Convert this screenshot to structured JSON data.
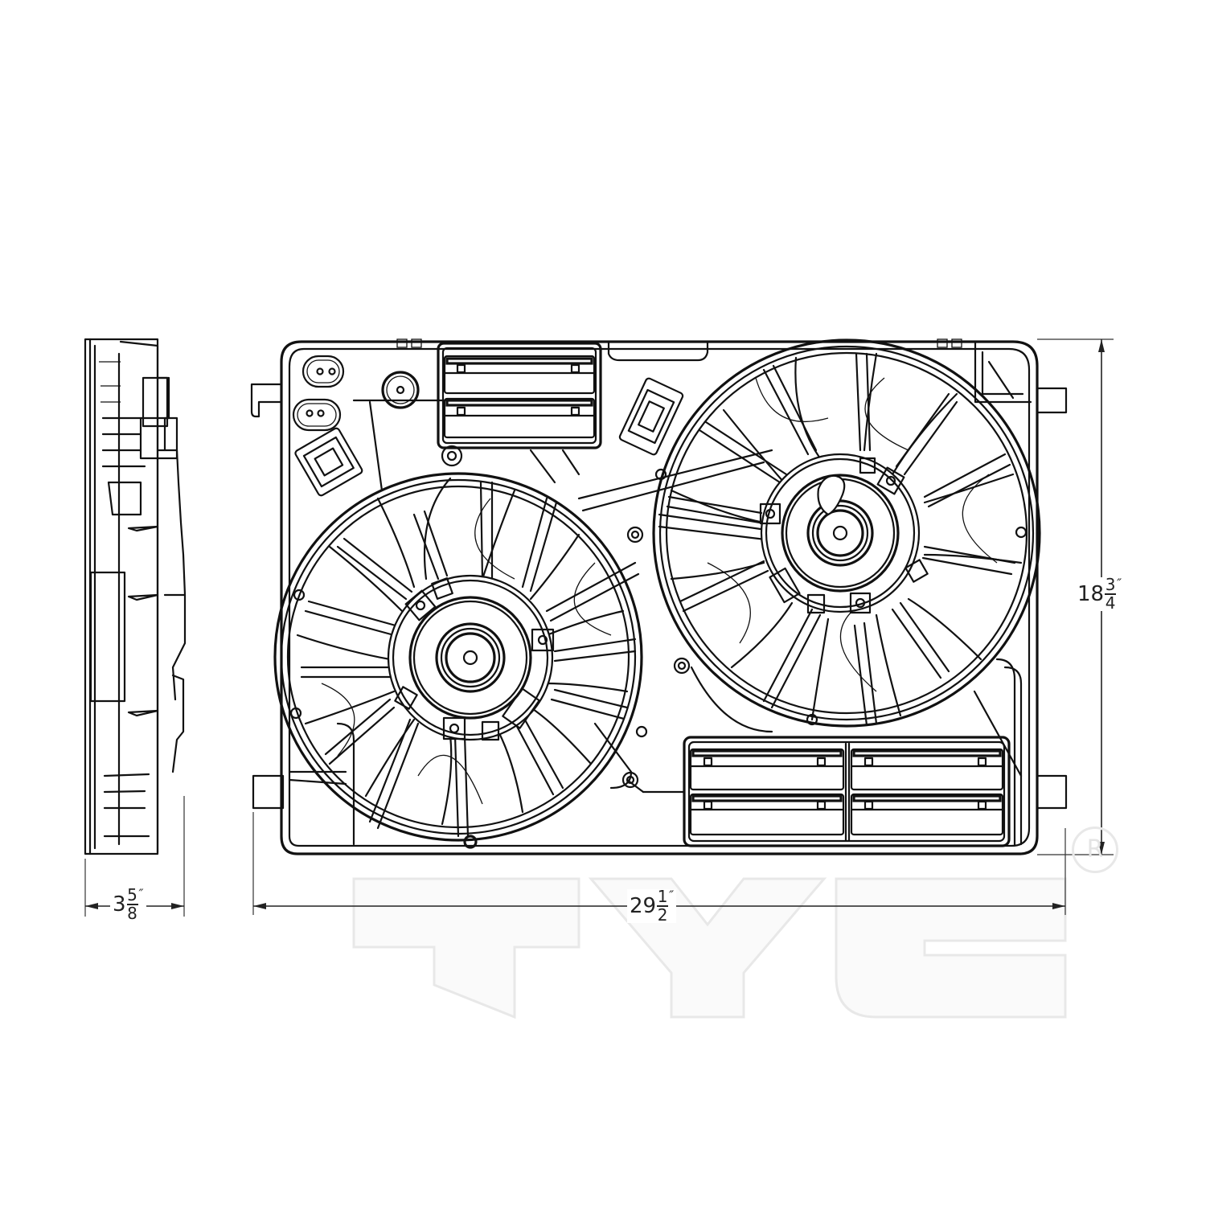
{
  "drawing": {
    "subject": "Dual radiator cooling fan assembly",
    "views": [
      "side-view",
      "front-view"
    ],
    "line_color": "#111111",
    "background": "#ffffff"
  },
  "dimensions": {
    "width": {
      "whole": "29",
      "numerator": "1",
      "denominator": "2",
      "unit": "″"
    },
    "height": {
      "whole": "18",
      "numerator": "3",
      "denominator": "4",
      "unit": "″"
    },
    "depth": {
      "whole": "3",
      "numerator": "5",
      "denominator": "8",
      "unit": "″"
    }
  },
  "watermark": {
    "text": "TYC",
    "registered_mark": "R",
    "color": "#e6e6e6"
  }
}
